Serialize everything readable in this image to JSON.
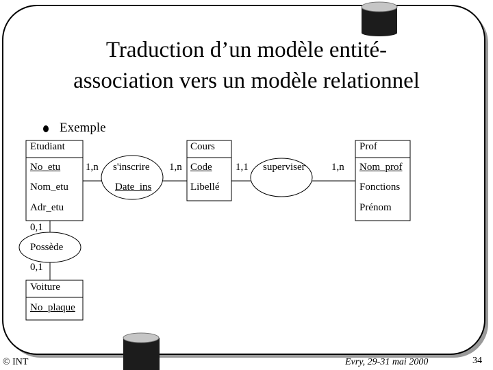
{
  "slide": {
    "title_line1": "Traduction d’un modèle entité-",
    "title_line2": "association vers un modèle relationnel",
    "bullet": "Exemple"
  },
  "entities": {
    "etudiant": {
      "name": "Etudiant",
      "attrs": [
        "No_etu",
        "Nom_etu",
        "Adr_etu"
      ]
    },
    "cours": {
      "name": "Cours",
      "attrs": [
        "Code",
        "Libellé"
      ]
    },
    "prof": {
      "name": "Prof",
      "attrs": [
        "Nom_prof",
        "Fonctions",
        "Prénom"
      ]
    },
    "voiture": {
      "name": "Voiture",
      "attrs": [
        "No_plaque"
      ]
    }
  },
  "associations": {
    "inscrire": {
      "name": "s'inscrire",
      "attr": "Date_ins"
    },
    "superviser": {
      "name": "superviser"
    },
    "possede": {
      "name": "Possède"
    }
  },
  "cardinalities": {
    "etu_inscrire": "1,n",
    "cours_inscrire": "1,n",
    "cours_superviser": "1,1",
    "prof_superviser": "1,n",
    "etu_possede": "0,1",
    "voiture_possede": "0,1"
  },
  "footer": {
    "copyright": "© INT",
    "event": "Evry, 29-31 mai 2000",
    "page": "34"
  }
}
